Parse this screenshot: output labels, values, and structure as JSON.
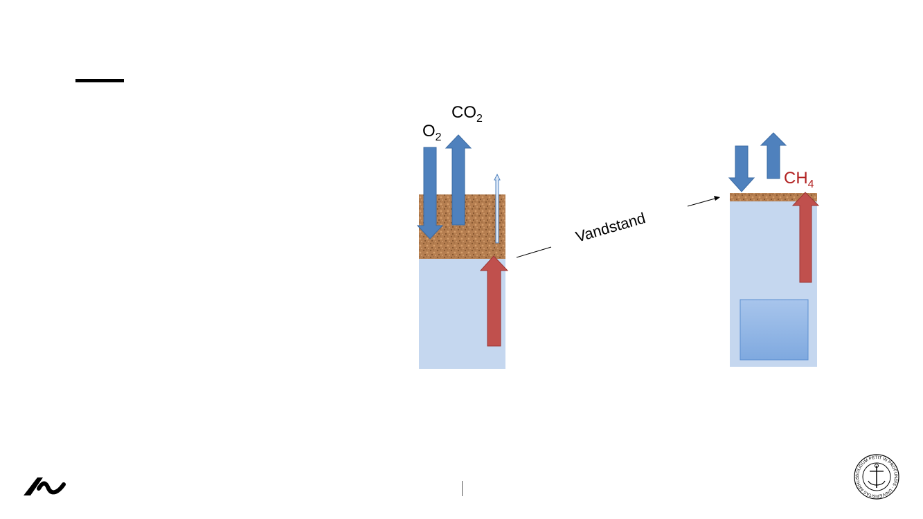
{
  "diagram": {
    "left_column": {
      "o2_label": "O",
      "o2_sub": "2",
      "co2_label": "CO",
      "co2_sub": "2"
    },
    "right_column": {
      "ch4_label": "CH",
      "ch4_sub": "4"
    },
    "water_level_label": "Vandstand"
  },
  "seal": {
    "text": "SOLIDUM PETIT IN PROFUNDIS · UNIVERSITAS ARHUSIENSIS"
  },
  "colors": {
    "water": "#c5d7ef",
    "soil": "#b57e50",
    "blue_arrow": "#4f81bd",
    "red_arrow": "#c0504d",
    "ch4_text": "#b22222",
    "inner_box": "#8fb4e3"
  },
  "icons": {
    "logo": "au-wave-logo",
    "seal": "au-seal-icon"
  }
}
